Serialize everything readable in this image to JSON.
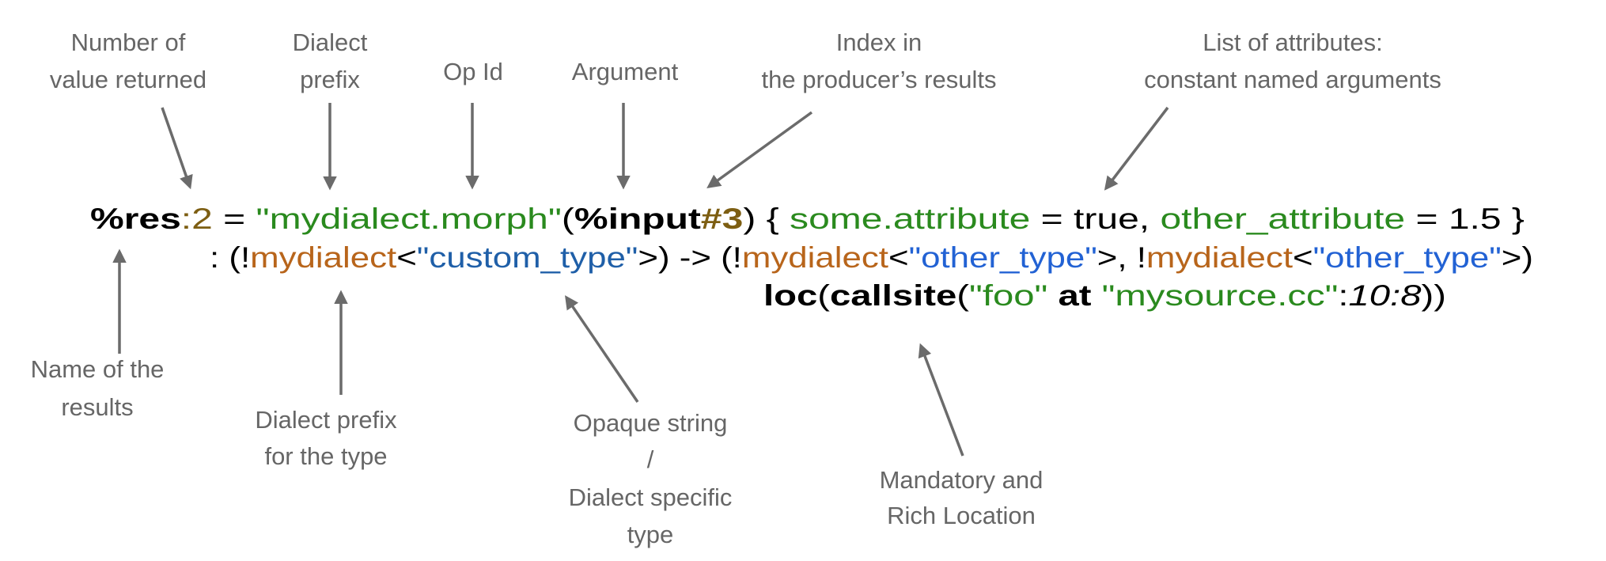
{
  "colors": {
    "label": "#666666",
    "arrow": "#6b6b6b",
    "plain": "#000000",
    "string_green": "#2a8a1e",
    "dialect_orange": "#b8651b",
    "type_blue": "#1f5fa8",
    "type_blue_bright": "#2262d4",
    "index_olive": "#7d5e12"
  },
  "labels": {
    "num_values": [
      "Number of",
      "value returned"
    ],
    "dialect_prefix": [
      "Dialect",
      "prefix"
    ],
    "op_id": [
      "Op Id"
    ],
    "argument": [
      "Argument"
    ],
    "index": [
      "Index in",
      "the producer’s results"
    ],
    "attributes": [
      "List of attributes:",
      "constant named arguments"
    ],
    "result_name": [
      "Name of the",
      "results"
    ],
    "type_prefix": [
      "Dialect prefix",
      "for the type"
    ],
    "opaque": [
      "Opaque string",
      "/",
      "Dialect specific",
      "type"
    ],
    "location": [
      "Mandatory and",
      "Rich Location"
    ]
  },
  "code": {
    "line1": [
      {
        "t": "%res",
        "c": "plain",
        "b": true
      },
      {
        "t": ":2",
        "c": "index_olive"
      },
      {
        "t": " = ",
        "c": "plain"
      },
      {
        "t": "\"mydialect.morph\"",
        "c": "string_green"
      },
      {
        "t": "(",
        "c": "plain"
      },
      {
        "t": "%input",
        "c": "plain",
        "b": true
      },
      {
        "t": "#3",
        "c": "index_olive",
        "b": true
      },
      {
        "t": ") { ",
        "c": "plain"
      },
      {
        "t": "some.attribute",
        "c": "string_green"
      },
      {
        "t": " = true, ",
        "c": "plain"
      },
      {
        "t": "other_attribute",
        "c": "string_green"
      },
      {
        "t": " = 1.5 }",
        "c": "plain"
      }
    ],
    "line2": [
      {
        "t": ": (!",
        "c": "plain"
      },
      {
        "t": "mydialect",
        "c": "dialect_orange"
      },
      {
        "t": "<",
        "c": "plain"
      },
      {
        "t": "\"custom_type\"",
        "c": "type_blue"
      },
      {
        "t": ">) -> (!",
        "c": "plain"
      },
      {
        "t": "mydialect",
        "c": "dialect_orange"
      },
      {
        "t": "<",
        "c": "plain"
      },
      {
        "t": "\"other_type\"",
        "c": "type_blue_bright"
      },
      {
        "t": ">, !",
        "c": "plain"
      },
      {
        "t": "mydialect",
        "c": "dialect_orange"
      },
      {
        "t": "<",
        "c": "plain"
      },
      {
        "t": "\"other_type\"",
        "c": "type_blue_bright"
      },
      {
        "t": ">)",
        "c": "plain"
      }
    ],
    "line3": [
      {
        "t": "loc",
        "c": "plain",
        "b": true
      },
      {
        "t": "(",
        "c": "plain"
      },
      {
        "t": "callsite",
        "c": "plain",
        "b": true
      },
      {
        "t": "(",
        "c": "plain"
      },
      {
        "t": "\"foo\"",
        "c": "string_green"
      },
      {
        "t": " at ",
        "c": "plain",
        "b": true
      },
      {
        "t": "\"mysource.cc\"",
        "c": "string_green"
      },
      {
        "t": ":",
        "c": "plain"
      },
      {
        "t": "10:8",
        "c": "plain",
        "i": true
      },
      {
        "t": "))",
        "c": "plain"
      }
    ]
  }
}
